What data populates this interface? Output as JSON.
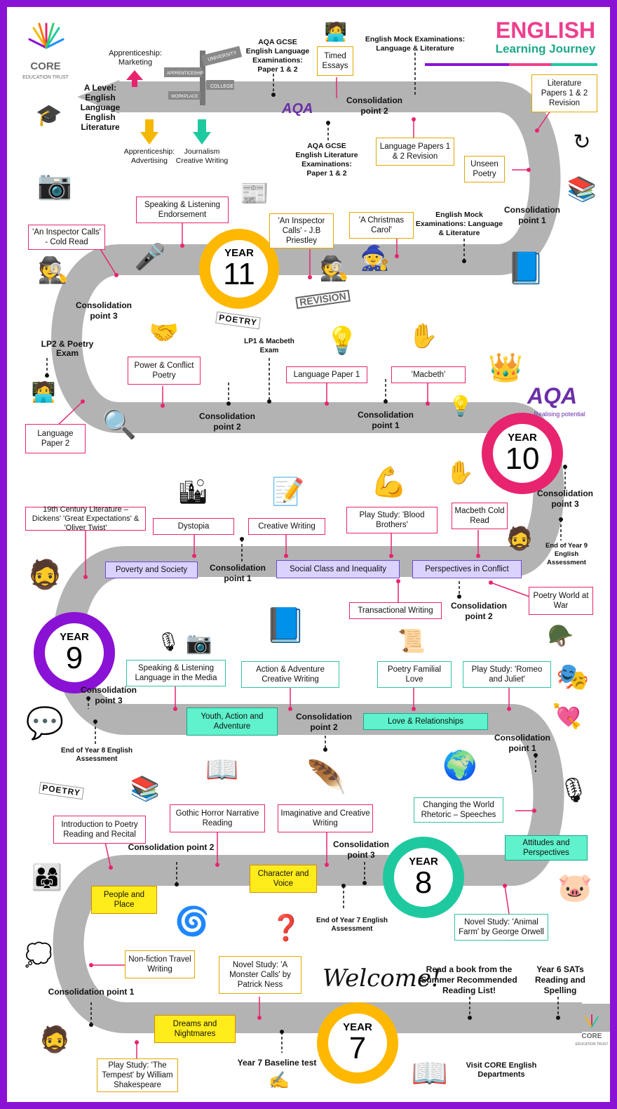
{
  "header": {
    "title": "ENGLISH",
    "subtitle": "Learning Journey",
    "logo": "CORE",
    "logo_sub": "EDUCATION TRUST"
  },
  "top": {
    "marketing": "Apprenticeship: Marketing",
    "alevel": "A Level: English Language English Literature",
    "advertising": "Apprenticeship: Advertising",
    "journalism": "Journalism Creative Writing",
    "aqa_lang": "AQA GCSE English Language Examinations: Paper 1 & 2",
    "aqa_lit": "AQA GCSE English Literature Examinations: Paper 1 & 2",
    "timed": "Timed Essays",
    "mock_top": "English Mock Examinations: Language & Literature",
    "cp2": "Consolidation point 2",
    "lit_rev": "Literature Papers 1 & 2 Revision",
    "lang_rev": "Language Papers 1 & 2 Revision",
    "unseen": "Unseen Poetry",
    "cp1": "Consolidation point 1",
    "mock2": "English Mock Examinations: Language & Literature",
    "sign_university": "UNIVERSITY",
    "sign_apprentice": "APPRENTICESHIP",
    "sign_college": "COLLEGE",
    "sign_workplace": "WORKPLACE"
  },
  "year11": {
    "word": "YEAR",
    "num": "11",
    "sl_endorse": "Speaking & Listening Endorsement",
    "inspector_cold": "'An Inspector Calls' - Cold Read",
    "inspector": "'An Inspector Calls' - J.B Priestley",
    "carol": "'A Christmas Carol'",
    "cp3": "Consolidation point 3",
    "lp2_exam": "LP2 & Poetry Exam",
    "lp1_exam": "LP1 & Macbeth Exam",
    "power": "Power & Conflict Poetry",
    "lang1": "Language Paper 1",
    "macbeth": "'Macbeth'",
    "lang2": "Language Paper 2",
    "cp2": "Consolidation point 2",
    "cp1": "Consolidation point 1",
    "poetry_tag": "POETRY",
    "revision_tag": "REVISION"
  },
  "year10": {
    "word": "YEAR",
    "num": "10",
    "aqa": "AQA",
    "aqa_sub": "Realising potential",
    "cp3": "Consolidation point 3",
    "end9": "End of Year 9 English Assessment"
  },
  "year9": {
    "word": "YEAR",
    "num": "9",
    "c19": "19th Century Literature – Dickens' 'Great Expectations' & 'Oliver Twist'",
    "dystopia": "Dystopia",
    "creative": "Creative Writing",
    "blood": "Play Study: 'Blood Brothers'",
    "macbeth_cold": "Macbeth Cold Read",
    "poverty": "Poverty and Society",
    "social": "Social Class and Inequality",
    "perspectives": "Perspectives in Conflict",
    "cp1": "Consolidation point 1",
    "cp2": "Consolidation point 2",
    "trans": "Transactional Writing",
    "poetry_war": "Poetry World at War"
  },
  "year8": {
    "word": "YEAR",
    "num": "8",
    "sl_media": "Speaking & Listening Language in the Media",
    "action": "Action & Adventure Creative Writing",
    "poetry_fam": "Poetry Familial Love",
    "romeo": "Play Study: 'Romeo and Juliet'",
    "cp3": "Consolidation point 3",
    "youth": "Youth, Action and Adventure",
    "cp2": "Consolidation point 2",
    "love": "Love & Relationships",
    "cp1": "Consolidation point 1",
    "end8": "End of Year 8 English Assessment",
    "rhetoric": "Changing the World Rhetoric – Speeches",
    "attitudes": "Attitudes and Perspectives",
    "animal": "Novel Study: 'Animal Farm' by George Orwell",
    "poetry_tag": "POETRY"
  },
  "year7": {
    "word": "YEAR",
    "num": "7",
    "intro_poetry": "Introduction to Poetry Reading and Recital",
    "gothic": "Gothic Horror Narrative Reading",
    "imaginative": "Imaginative and Creative Writing",
    "cp2": "Consolidation point 2",
    "cp3": "Consolidation point 3",
    "people": "People and Place",
    "character": "Character and Voice",
    "end7": "End of Year 7 English Assessment",
    "nonfiction": "Non-fiction Travel Writing",
    "monster": "Novel Study: 'A Monster Calls' by Patrick Ness",
    "cp1": "Consolidation point 1",
    "dreams": "Dreams and Nightmares",
    "tempest": "Play Study: 'The Tempest' by William Shakespeare",
    "baseline": "Year 7 Baseline test",
    "read": "Read a book from the Summer Recommended Reading List!",
    "sats": "Year 6 SATs Reading and Spelling",
    "visit": "Visit CORE English Departments",
    "welcome": "Welcome!"
  },
  "colors": {
    "border": "#8a12d4",
    "road": "#b3b3b3",
    "pink": "#e8246f",
    "yellow": "#ffb800",
    "teal": "#1fc9a0",
    "purple": "#8a12d4",
    "title_pink": "#ee3f8e",
    "title_teal": "#1ca88a"
  }
}
